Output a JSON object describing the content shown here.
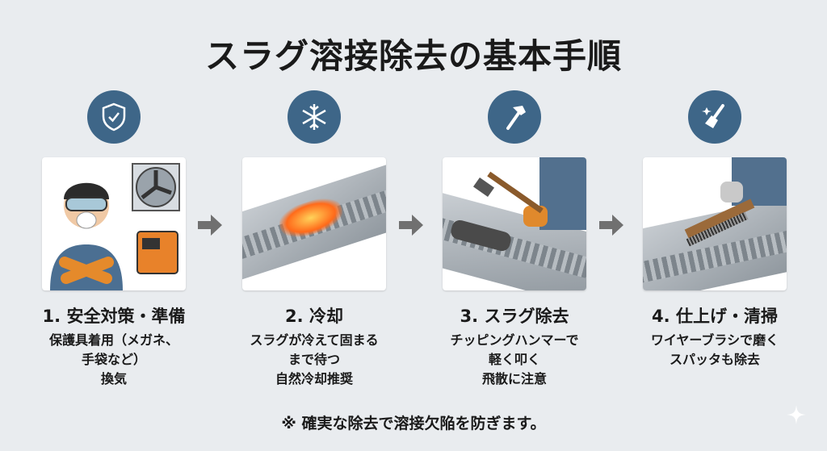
{
  "title": "スラグ溶接除去の基本手順",
  "steps": [
    {
      "icon": "shield-check-icon",
      "heading": "1. 安全対策・準備",
      "lines": [
        "保護具着用（メガネ、",
        "手袋など）",
        "換気"
      ]
    },
    {
      "icon": "snowflake-icon",
      "heading": "2. 冷却",
      "lines": [
        "スラグが冷えて固まる",
        "まで待つ",
        "自然冷却推奨"
      ]
    },
    {
      "icon": "hammer-icon",
      "heading": "3. スラグ除去",
      "lines": [
        "チッピングハンマーで",
        "軽く叩く",
        "飛散に注意"
      ]
    },
    {
      "icon": "brush-icon",
      "heading": "4. 仕上げ・清掃",
      "lines": [
        "ワイヤーブラシで磨く",
        "スパッタも除去"
      ]
    }
  ],
  "footer": "※ 確実な除去で溶接欠陥を防ぎます。",
  "colors": {
    "icon_bg": "#3e6688",
    "arrow": "#707070",
    "background": "#e9ecef"
  }
}
